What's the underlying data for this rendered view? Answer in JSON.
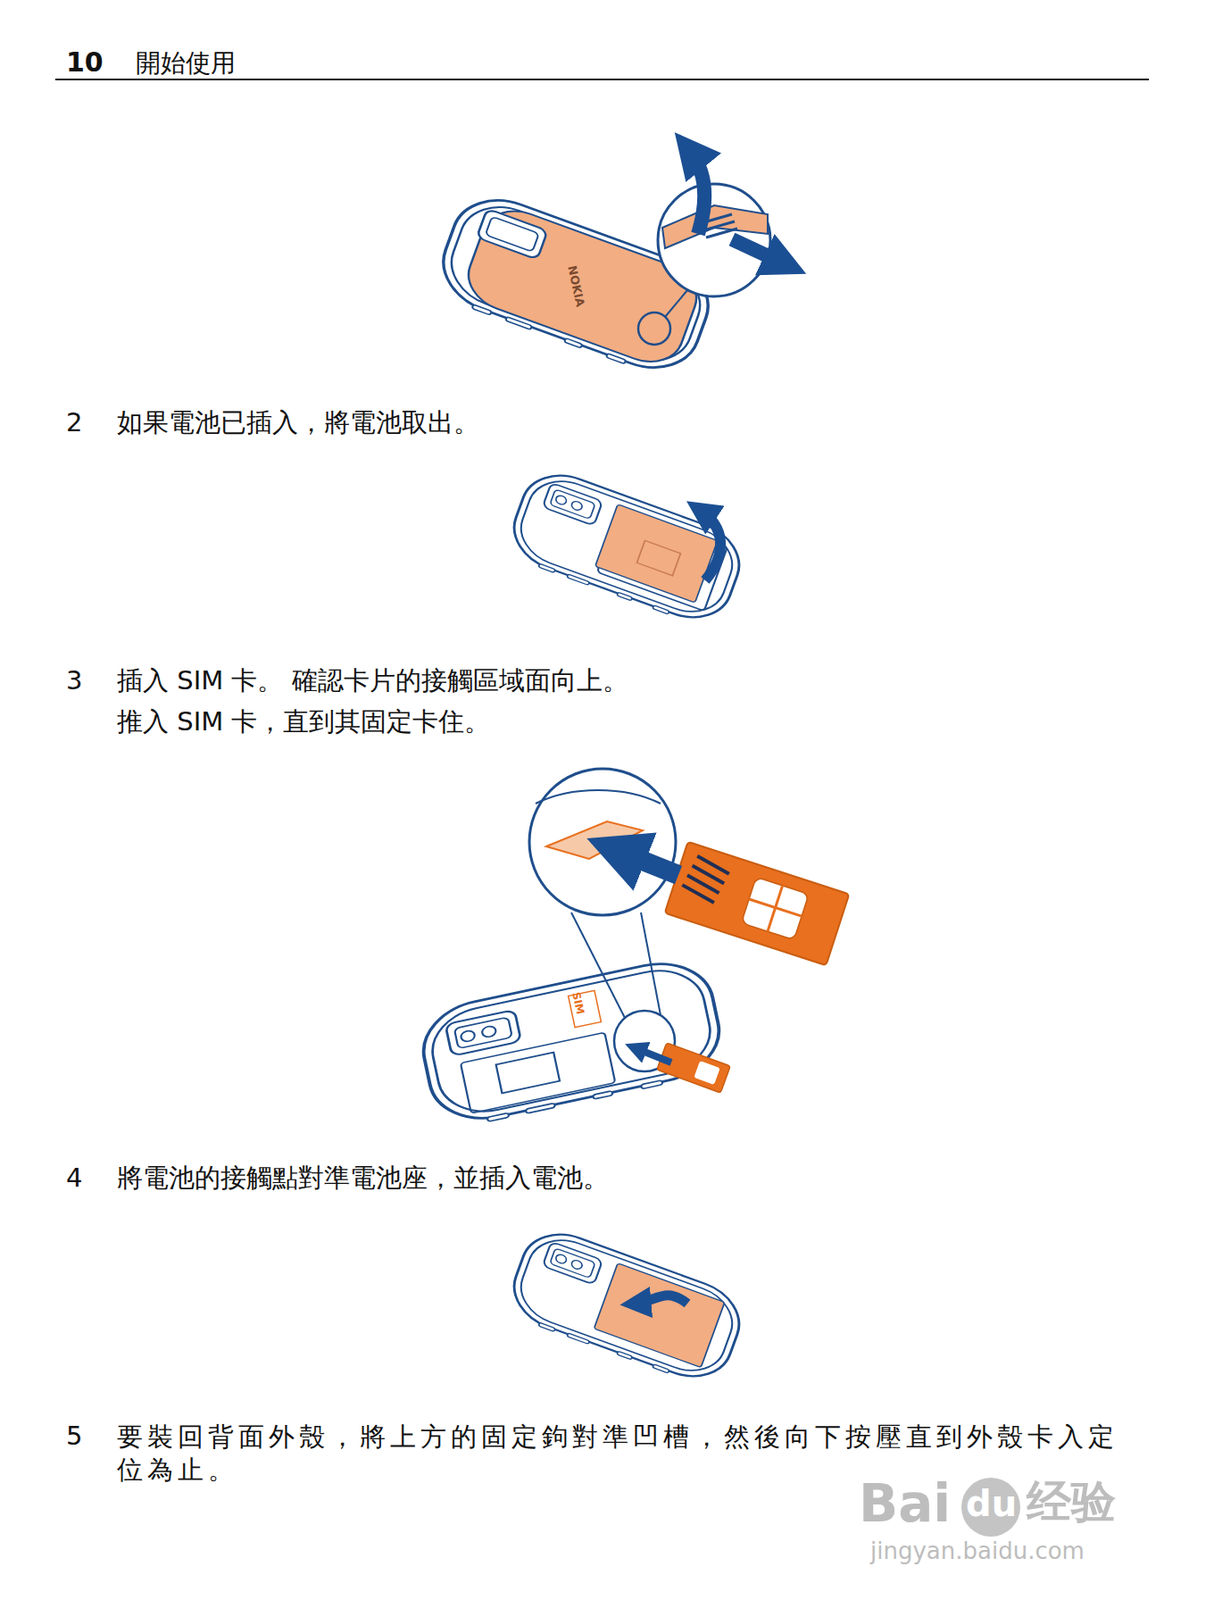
{
  "diagram": {
    "labels": [
      "10",
      "開始使用",
      "NOKIA",
      "2",
      "如果電池已插入，將電池取出。",
      "3",
      "插入 SIM 卡。 確認卡片的接觸區域面向上。",
      "推入 SIM 卡，直到其固定卡住。",
      "SIM",
      "4",
      "將電池的接觸點對準電池座，並插入電池。",
      "5",
      "要裝回背面外殼，將上方的固定鉤對準凹槽，然後向下按壓直到外殼卡入定位為止。",
      "Bai",
      "du",
      "经验",
      "jingyan.baidu.com"
    ]
  }
}
